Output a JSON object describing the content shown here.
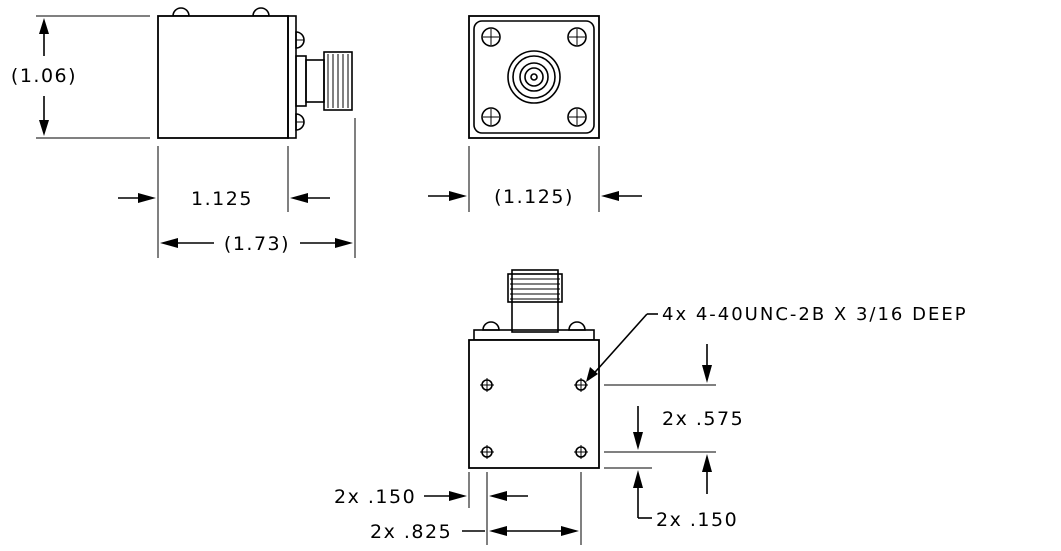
{
  "dimensions": {
    "side_height": "(1.06)",
    "side_width": "1.125",
    "overall_length": "(1.73)",
    "front_width": "(1.125)",
    "hole_spacing_vertical": "2x  .575",
    "hole_offset_bottom": "2x  .150",
    "hole_offset_left": "2x  .150",
    "hole_spacing_horizontal": "2x  .825"
  },
  "notes": {
    "thread_callout": "4x  4-40UNC-2B  X  3/16  DEEP"
  }
}
